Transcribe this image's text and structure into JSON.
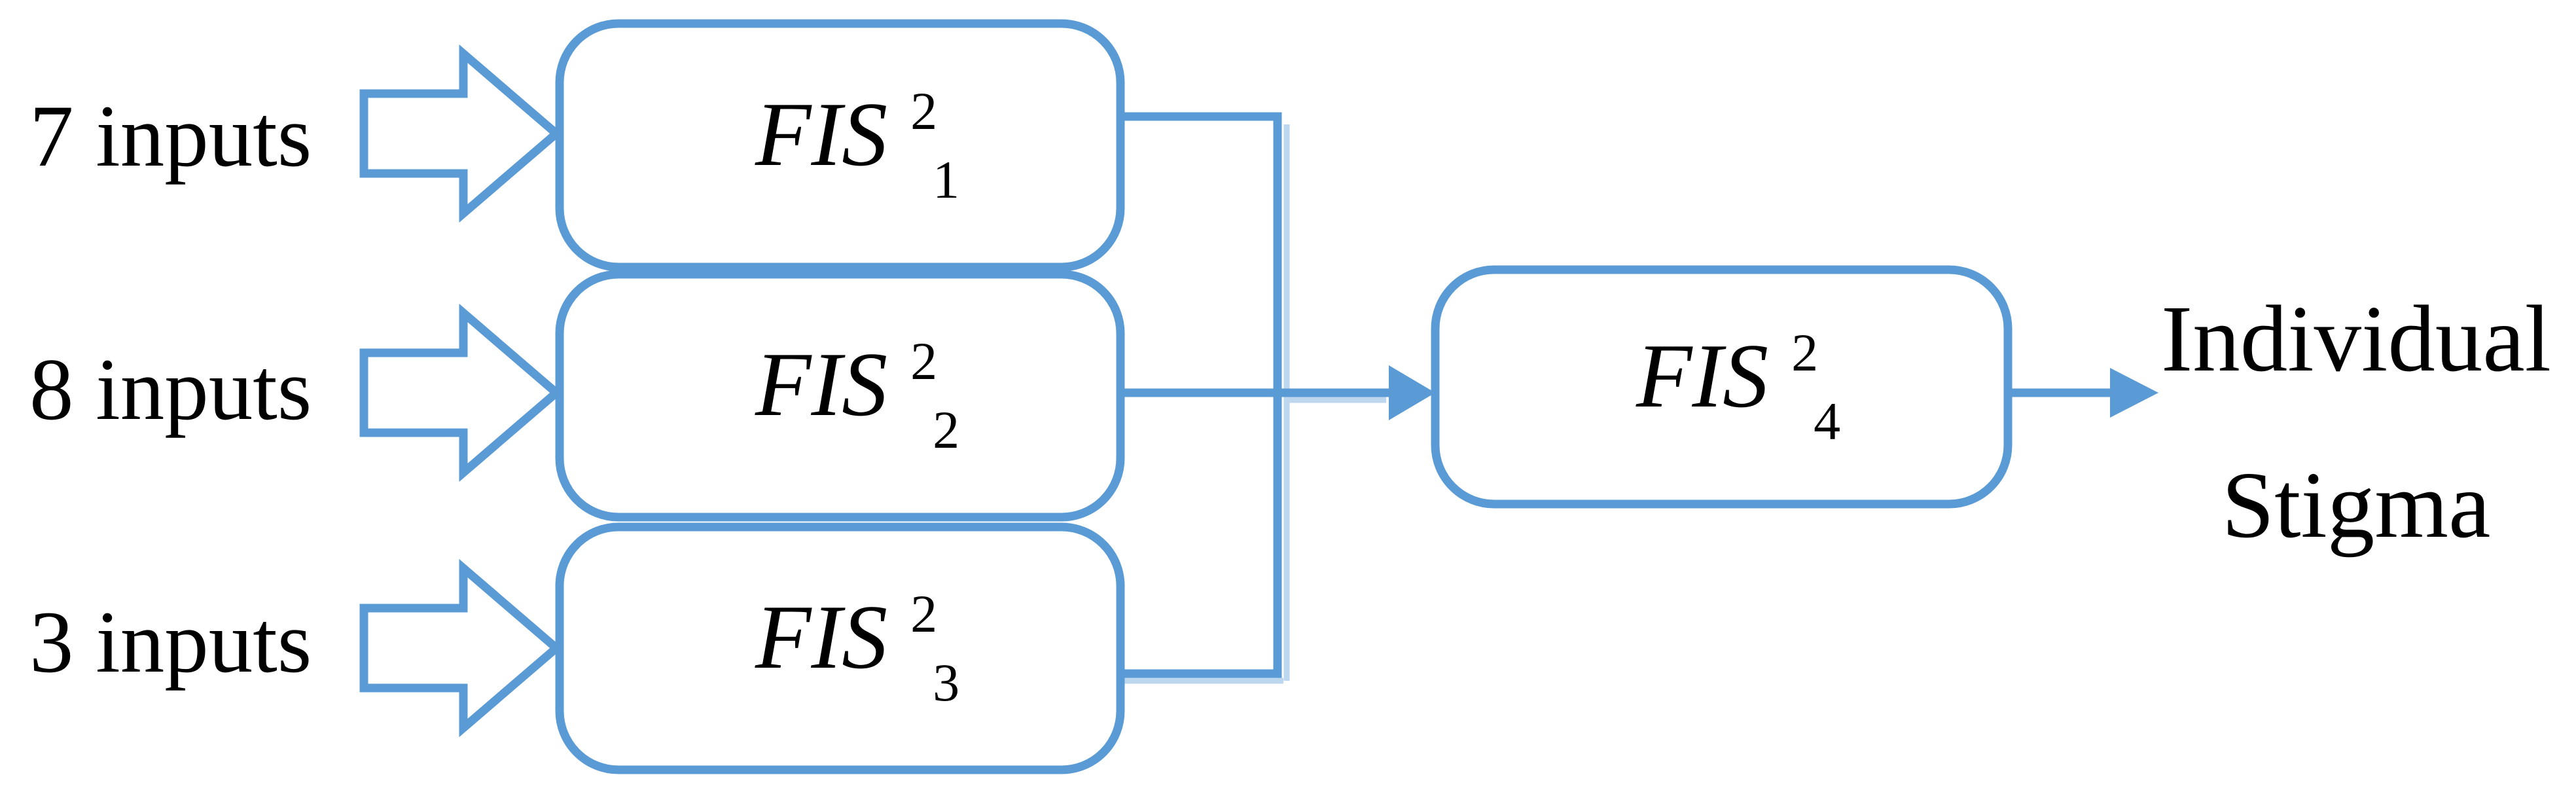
{
  "diagram": {
    "inputs": [
      {
        "label": "7 inputs"
      },
      {
        "label": "8 inputs"
      },
      {
        "label": "3 inputs"
      }
    ],
    "fis_boxes": [
      {
        "base": "FIS",
        "sup": "2",
        "sub": "1"
      },
      {
        "base": "FIS",
        "sup": "2",
        "sub": "2"
      },
      {
        "base": "FIS",
        "sup": "2",
        "sub": "3"
      },
      {
        "base": "FIS",
        "sup": "2",
        "sub": "4"
      }
    ],
    "output": {
      "line1": "Individual",
      "line2": "Stigma"
    },
    "colors": {
      "primary_blue": "#5B9BD5",
      "shadow_blue": "#BDD7EE",
      "text_black": "#000000"
    }
  }
}
